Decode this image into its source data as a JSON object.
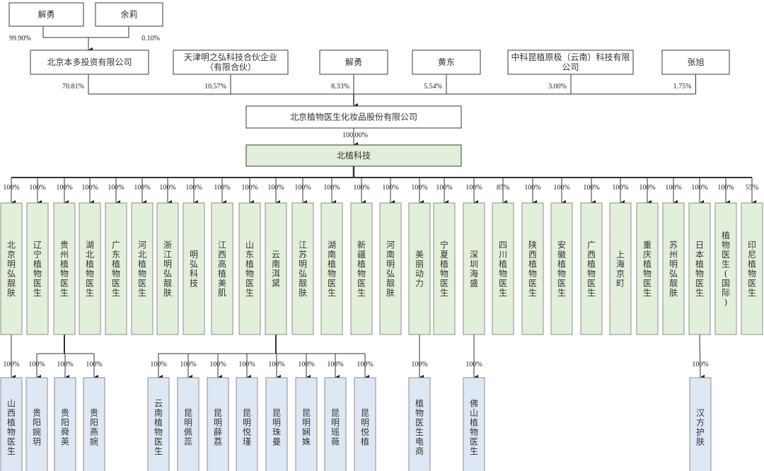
{
  "title": "北京植物医生化妆品股份有限公司股权结构图",
  "colors": {
    "box_white": "#ffffff",
    "box_green": "#e2efda",
    "box_blue": "#dde8f4",
    "border": "#595959",
    "line": "#333333"
  },
  "top_shareholders": [
    {
      "name": "解勇",
      "pct": "99.90%"
    },
    {
      "name": "余莉",
      "pct": "0.10%"
    }
  ],
  "shareholders": [
    {
      "name": "北京本多投资有限公司",
      "pct": "70.81%"
    },
    {
      "name": "天津明之弘科技合伙企业（有限合伙）",
      "lines": [
        "天津明之弘科技合伙企业",
        "（有限合伙）"
      ],
      "pct": "10.57%"
    },
    {
      "name": "解勇",
      "pct": "8.33%"
    },
    {
      "name": "黄东",
      "pct": "5.54%"
    },
    {
      "name": "中科昆植原极（云南）科技有限公司",
      "lines": [
        "中科昆植原极（云南）科技有限",
        "公司"
      ],
      "pct": "3.00%"
    },
    {
      "name": "张旭",
      "pct": "1.75%"
    }
  ],
  "company": {
    "name": "北京植物医生化妆品股份有限公司",
    "pct_to_sub": "100.00%"
  },
  "holding": {
    "name": "北植科技"
  },
  "subsidiaries": [
    {
      "name": "北京明弘靓肤",
      "pct": "100%"
    },
    {
      "name": "辽宁植物医生",
      "pct": "100%"
    },
    {
      "name": "贵州植物医生",
      "pct": "100%"
    },
    {
      "name": "湖北植物医生",
      "pct": "100%"
    },
    {
      "name": "广东植物医生",
      "pct": "100%"
    },
    {
      "name": "河北植物医生",
      "pct": "100%"
    },
    {
      "name": "浙江明弘靓肤",
      "pct": "100%"
    },
    {
      "name": "明弘科技",
      "pct": "100%"
    },
    {
      "name": "江西高植美肌",
      "pct": "100%"
    },
    {
      "name": "山东植物医生",
      "pct": "100%"
    },
    {
      "name": "云南洱黛",
      "pct": "100%"
    },
    {
      "name": "江苏明弘靓肤",
      "pct": "100%"
    },
    {
      "name": "湖南植物医生",
      "pct": "100%"
    },
    {
      "name": "新疆植物医生",
      "pct": "100%"
    },
    {
      "name": "河南明弘靓肤",
      "pct": "100%"
    },
    {
      "name": "美丽动力",
      "pct": "100%"
    },
    {
      "name": "宁夏植物医生",
      "pct": "100%"
    },
    {
      "name": "深圳海盛",
      "pct": "100%"
    },
    {
      "name": "四川植物医生",
      "pct": "85%"
    },
    {
      "name": "陕西植物医生",
      "pct": "100%"
    },
    {
      "name": "安徽植物医生",
      "pct": "100%"
    },
    {
      "name": "广西植物医生",
      "pct": "100%"
    },
    {
      "name": "上海京町",
      "pct": "100%"
    },
    {
      "name": "重庆植物医生",
      "pct": "100%"
    },
    {
      "name": "苏州明弘靓肤",
      "pct": "100%"
    },
    {
      "name": "日本植物医生",
      "pct": "100%"
    },
    {
      "name": "植物医生(国际)",
      "pct": "100%"
    },
    {
      "name": "印尼植物医生",
      "pct": "55%"
    }
  ],
  "sub_subsidiaries": [
    {
      "parent": "北京明弘靓肤",
      "children": [
        {
          "name": "山西植物医生",
          "pct": "100%"
        }
      ]
    },
    {
      "parent": "贵州植物医生",
      "children": [
        {
          "name": "贵阳婉玥",
          "pct": "100%"
        },
        {
          "name": "贵阳舜英",
          "pct": "100%"
        },
        {
          "name": "贵阳燕婉",
          "pct": "100%"
        }
      ]
    },
    {
      "parent": "云南洱黛",
      "children": [
        {
          "name": "云南植物医生",
          "pct": "100%"
        },
        {
          "name": "昆明佩蕊",
          "pct": "100%"
        },
        {
          "name": "昆明薛荔",
          "pct": "100%"
        },
        {
          "name": "昆明悦瑾",
          "pct": "100%"
        },
        {
          "name": "昆明珠曼",
          "pct": "100%"
        },
        {
          "name": "昆明娴姝",
          "pct": "100%"
        },
        {
          "name": "昆明瑶薇",
          "pct": "100%"
        },
        {
          "name": "昆明悦植",
          "pct": "100%"
        }
      ]
    },
    {
      "parent": "美丽动力",
      "children": [
        {
          "name": "植物医生电商",
          "pct": "100%"
        }
      ]
    },
    {
      "parent": "深圳海盛",
      "children": [
        {
          "name": "佛山植物医生",
          "pct": "100%"
        }
      ]
    },
    {
      "parent": "日本植物医生",
      "children": [
        {
          "name": "汉方护肤",
          "pct": "100%"
        }
      ]
    }
  ]
}
